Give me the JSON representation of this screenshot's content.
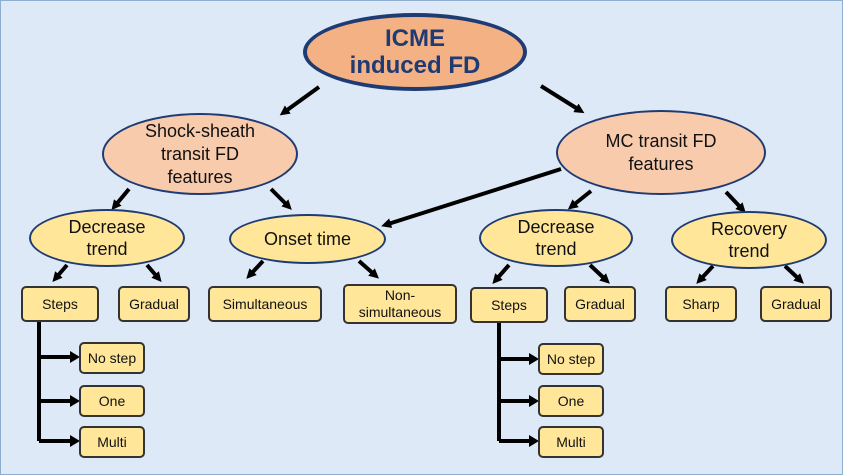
{
  "nodes": {
    "root": "ICME induced FD",
    "shock_sheath": "Shock-sheath transit FD features",
    "mc_transit": "MC transit FD features",
    "decrease_left": "Decrease trend",
    "onset_time": "Onset time",
    "decrease_right": "Decrease trend",
    "recovery": "Recovery trend",
    "steps_left": "Steps",
    "gradual_left": "Gradual",
    "simultaneous": "Simultaneous",
    "non_simultaneous": "Non-simultaneous",
    "steps_right": "Steps",
    "gradual_right": "Gradual",
    "sharp": "Sharp",
    "gradual_recovery": "Gradual",
    "no_step_left": "No step",
    "one_left": "One",
    "multi_left": "Multi",
    "no_step_right": "No step",
    "one_right": "One",
    "multi_right": "Multi"
  },
  "colors": {
    "background": "#dde9f6",
    "root_fill": "#f4b183",
    "secondary_fill": "#f8cbad",
    "leaf_fill": "#ffe699",
    "outline": "#1f3b73",
    "arrow": "#000000"
  }
}
